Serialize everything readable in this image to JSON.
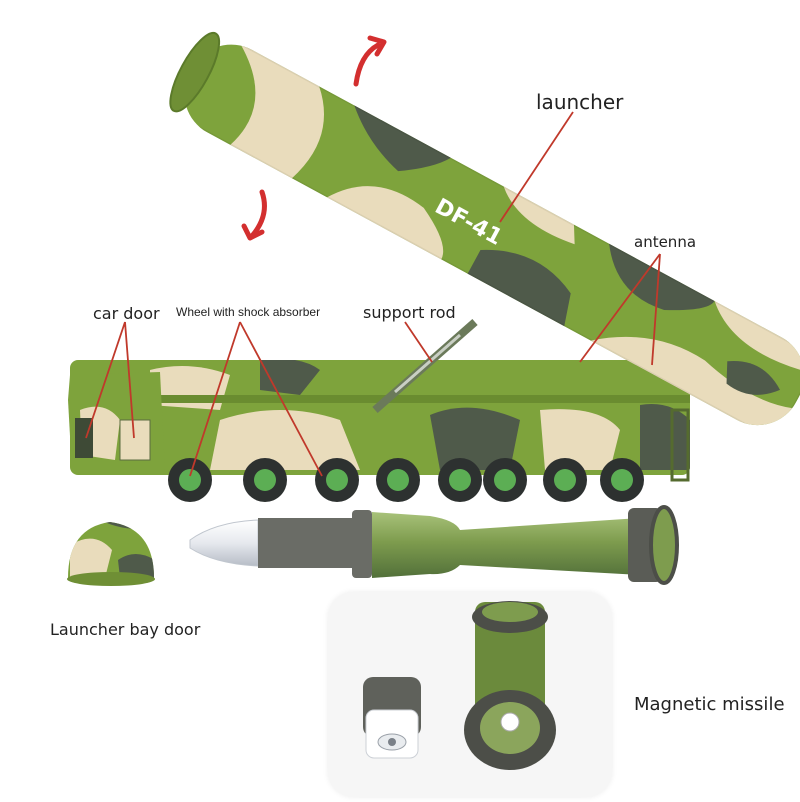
{
  "labels": {
    "launcher": "launcher",
    "antenna": "antenna",
    "car_door": "car door",
    "wheel": "Wheel with shock absorber",
    "support_rod": "support rod",
    "launcher_bay_door": "Launcher bay door",
    "magnetic_missile": "Magnetic missile"
  },
  "markings": {
    "tube_text": "DF-41"
  },
  "colors": {
    "camo_green": "#7ea33c",
    "camo_dark": "#4f5a4a",
    "camo_sand": "#e9dcbc",
    "annotation_line": "#c0392b",
    "arrow_red": "#d32f2f"
  }
}
